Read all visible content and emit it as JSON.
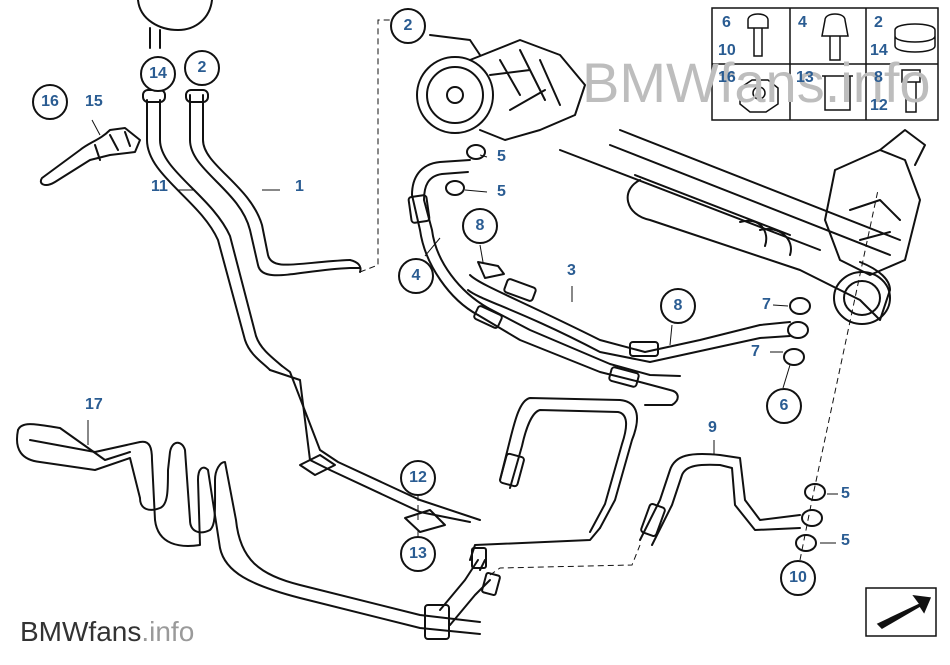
{
  "watermark": {
    "text": "BMWfans.info"
  },
  "brand": {
    "main": "BMWfans",
    "suffix": ".info"
  },
  "callouts": {
    "c2_top": "2",
    "c14_top": "14",
    "c2_pump": "2",
    "c16": "16",
    "c4": "4",
    "c8_a": "8",
    "c8_b": "8",
    "c6": "6",
    "c12": "12",
    "c13": "13",
    "c10": "10"
  },
  "labels": {
    "l15": "15",
    "l11": "11",
    "l1": "1",
    "l5_a": "5",
    "l5_b": "5",
    "l3": "3",
    "l7_a": "7",
    "l7_b": "7",
    "l17": "17",
    "l9": "9",
    "l5_c": "5",
    "l5_d": "5"
  },
  "legend": {
    "top_row": [
      "6",
      "10",
      "4",
      "2",
      "14"
    ],
    "bottom_row": [
      "16",
      "13",
      "8",
      "12"
    ]
  },
  "colors": {
    "label": "#2a5c92",
    "line": "#111111",
    "watermark": "#bdbdbd"
  }
}
